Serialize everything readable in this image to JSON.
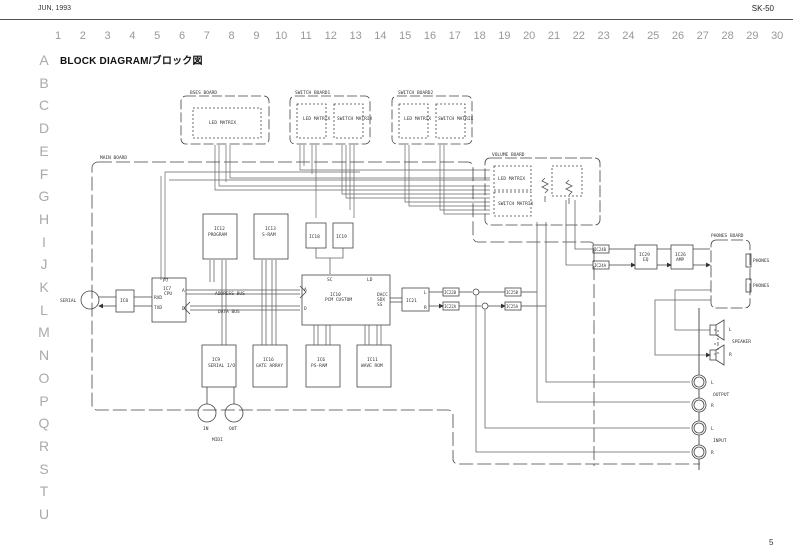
{
  "header": {
    "date": "JUN, 1993",
    "model": "SK-50"
  },
  "grid": {
    "columns": [
      "1",
      "2",
      "3",
      "4",
      "5",
      "6",
      "7",
      "8",
      "9",
      "10",
      "11",
      "12",
      "13",
      "14",
      "15",
      "16",
      "17",
      "18",
      "19",
      "20",
      "21",
      "22",
      "23",
      "24",
      "25",
      "26",
      "27",
      "28",
      "29",
      "30"
    ],
    "rows": [
      "A",
      "B",
      "C",
      "D",
      "E",
      "F",
      "G",
      "H",
      "I",
      "J",
      "K",
      "L",
      "M",
      "N",
      "O",
      "P",
      "Q",
      "R",
      "S",
      "T",
      "U"
    ]
  },
  "title": "BLOCK DIAGRAM/ブロック図",
  "page_number": "5",
  "boards": {
    "bses": {
      "label": "BSES BOARD",
      "blocks": [
        "LED MATRIX"
      ]
    },
    "switch1": {
      "label": "SWITCH BOARD1",
      "blocks": [
        "LED MATRIX",
        "SWITCH MATRIX"
      ]
    },
    "switch2": {
      "label": "SWITCH BOARD2",
      "blocks": [
        "LED MATRIX",
        "SWITCH MATRIX"
      ]
    },
    "volume": {
      "label": "VOLUME BOARD",
      "blocks": [
        "LED MATRIX",
        "SWITCH MATRIX"
      ]
    },
    "main": {
      "label": "MAIN BOARD"
    },
    "phones": {
      "label": "PHONES BOARD",
      "jacks": [
        "PHONES",
        "PHONES"
      ]
    }
  },
  "chips": {
    "ic12": {
      "id": "IC12",
      "name": "PROGRAM"
    },
    "ic13": {
      "id": "IC13",
      "name": "S-RAM"
    },
    "ic18": {
      "id": "IC18",
      "name": ""
    },
    "ic19": {
      "id": "IC19",
      "name": ""
    },
    "ic7": {
      "id": "IC7",
      "name": "CPU",
      "pins": {
        "top": "P7",
        "rxd": "RXD",
        "txd": "TXD",
        "a": "A",
        "d": "D"
      }
    },
    "ic8": {
      "id": "IC8",
      "name": ""
    },
    "ic10": {
      "id": "IC10",
      "name": "PCM CUSTOM",
      "pins": {
        "a": "A",
        "d": "D",
        "sc": "SC",
        "ld": "LD",
        "out": [
          "DACC",
          "SDX",
          "SS"
        ]
      }
    },
    "ic21": {
      "id": "IC21",
      "name": "",
      "pins": {
        "l": "L",
        "r": "R"
      }
    },
    "ic9": {
      "id": "IC9",
      "name": "SERIAL I/O"
    },
    "ic16": {
      "id": "IC16",
      "name": "GATE ARRAY"
    },
    "ic6": {
      "id": "IC6",
      "name": "PS-RAM"
    },
    "ic11": {
      "id": "IC11",
      "name": "WAVE ROM"
    },
    "ic22b": {
      "id": "IC22B"
    },
    "ic22a": {
      "id": "IC22A"
    },
    "ic25b": {
      "id": "IC25B"
    },
    "ic25a": {
      "id": "IC25A"
    },
    "ic24b": {
      "id": "IC24B"
    },
    "ic24a": {
      "id": "IC24A"
    },
    "ic29": {
      "id": "IC29",
      "name": "EQ"
    },
    "ic26": {
      "id": "IC26",
      "name": "AMP"
    }
  },
  "buses": {
    "address": "ADDRESS BUS",
    "data": "DATA BUS"
  },
  "connectors": {
    "serial": "SERIAL",
    "midi": {
      "group": "MIDI",
      "in": "IN",
      "out": "OUT"
    },
    "speaker": {
      "group": "SPEAKER",
      "l": "L",
      "r": "R"
    },
    "output": {
      "group": "OUTPUT",
      "l": "L",
      "r": "R"
    },
    "input": {
      "group": "INPUT",
      "l": "L",
      "r": "R"
    }
  }
}
